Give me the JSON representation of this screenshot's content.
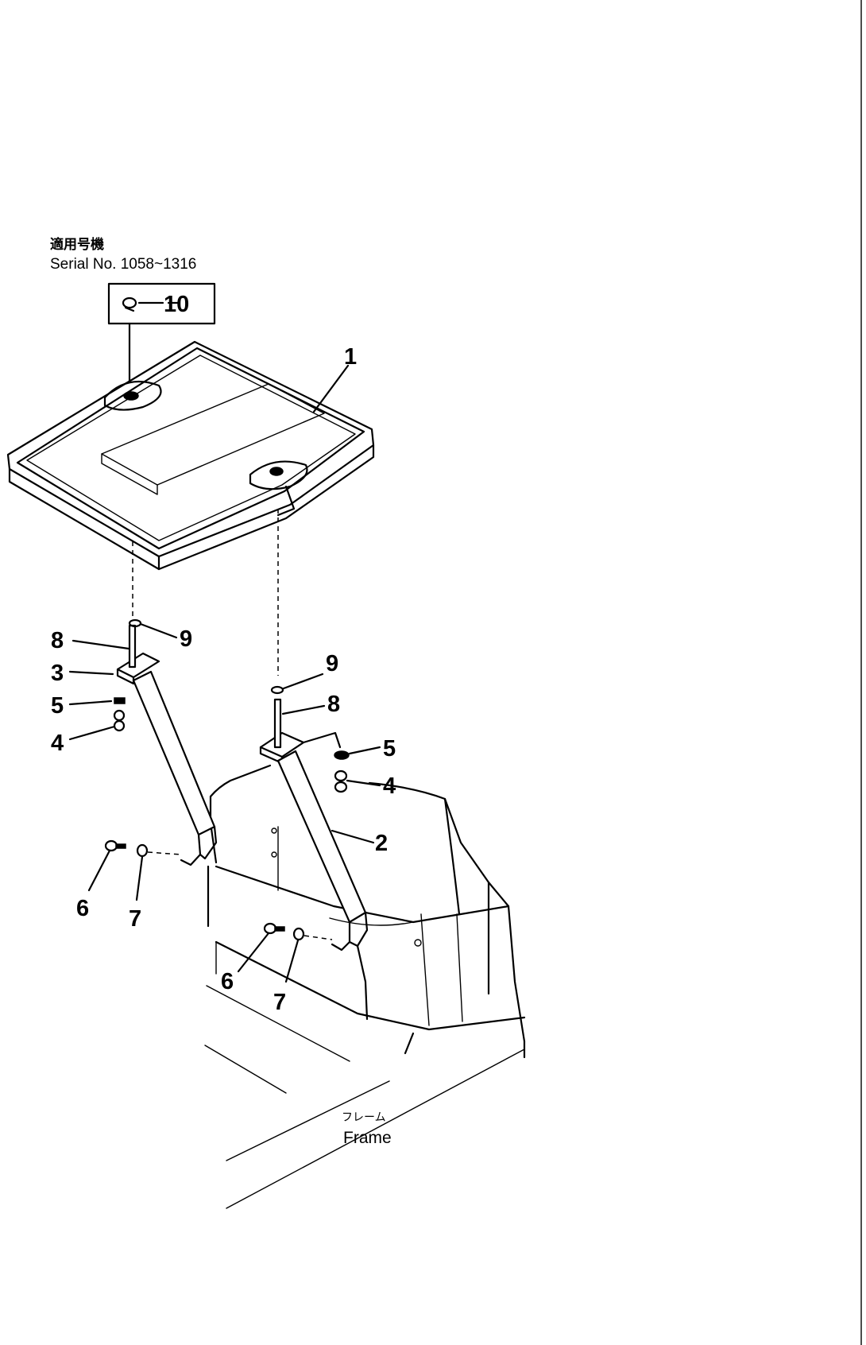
{
  "applicability": {
    "jp_label": "適用号機",
    "serial_text": "Serial No. 1058~1316",
    "inset_callout": "10"
  },
  "callouts": {
    "c1": "1",
    "c2": "2",
    "c3": "3",
    "c4a": "4",
    "c4b": "4",
    "c5a": "5",
    "c5b": "5",
    "c6a": "6",
    "c6b": "6",
    "c7a": "7",
    "c7b": "7",
    "c8a": "8",
    "c8b": "8",
    "c9a": "9",
    "c9b": "9"
  },
  "frame_label": {
    "jp": "フレーム",
    "en": "Frame"
  }
}
